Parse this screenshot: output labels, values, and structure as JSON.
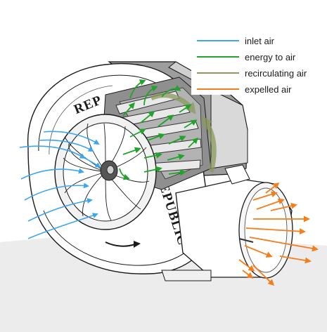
{
  "legend": {
    "items": [
      {
        "label": "inlet air",
        "color": "#3da6ee"
      },
      {
        "label": "energy to air",
        "color": "#22a32b"
      },
      {
        "label": "recirculating air",
        "color": "#8a9a5b"
      },
      {
        "label": "expelled air",
        "color": "#f57d1a"
      }
    ]
  },
  "brand": {
    "top_text": "REP",
    "side_text": "REPUBLIC"
  },
  "colors": {
    "outline": "#1a1a1a",
    "housing": "#ffffff",
    "interior_shadow": "#9a9a9a",
    "floor": "#e6e6e6"
  }
}
